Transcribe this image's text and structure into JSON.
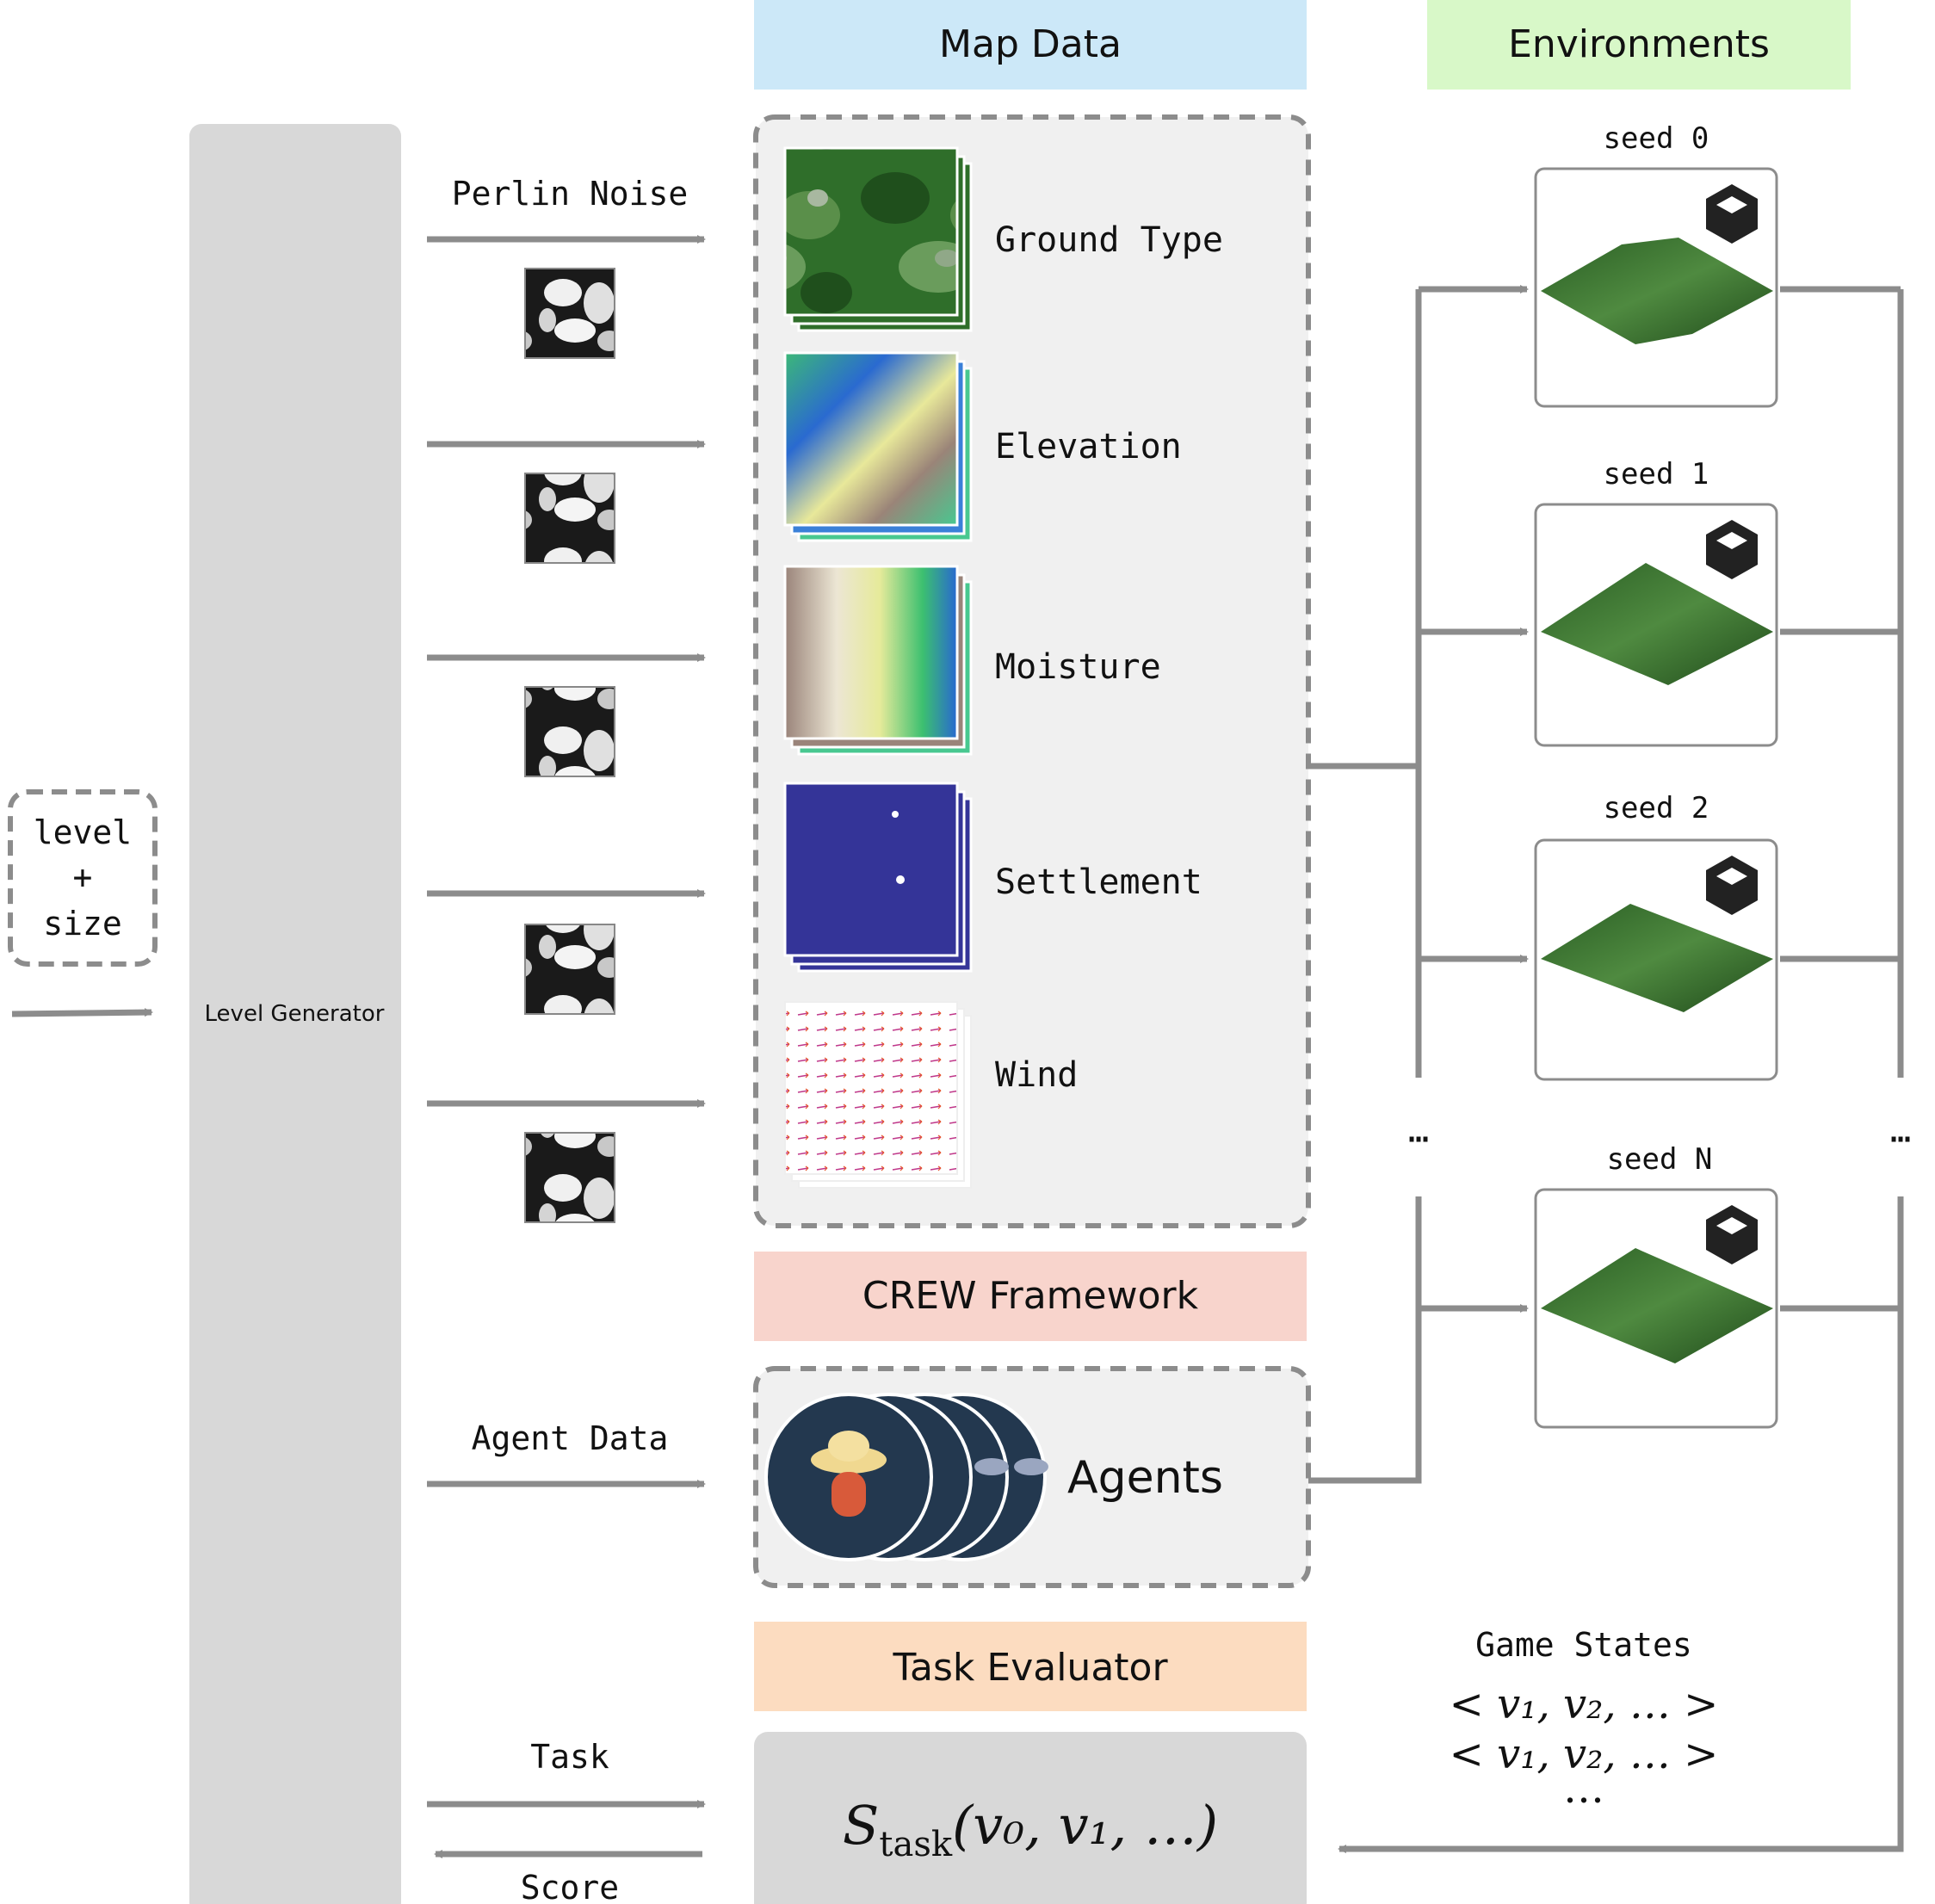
{
  "headers": {
    "map_data": "Map Data",
    "environments": "Environments",
    "crew_framework": "CREW Framework",
    "task_evaluator": "Task Evaluator"
  },
  "input": {
    "line1": "level",
    "line2": "+",
    "line3": "size"
  },
  "level_generator": "Level Generator",
  "perlin_noise": "Perlin Noise",
  "map_layers": [
    {
      "label": "Ground Type"
    },
    {
      "label": "Elevation"
    },
    {
      "label": "Moisture"
    },
    {
      "label": "Settlement"
    },
    {
      "label": "Wind"
    }
  ],
  "agent_data": "Agent Data",
  "agents": "Agents",
  "seeds": [
    "seed 0",
    "seed 1",
    "seed 2",
    "seed N"
  ],
  "ellipsis": "⋯",
  "game_states": {
    "title": "Game States",
    "row1": "< v₁, v₂, … >",
    "row2": "< v₁, v₂, … >",
    "row3": "…"
  },
  "task": "Task",
  "score": "Score",
  "formula": {
    "main": "S",
    "sub": "task",
    "args": "(v₀, v₁, …)"
  },
  "colors": {
    "map_header": "#cce8f8",
    "env_header": "#d8f8c8",
    "crew_header": "#f8d4cc",
    "task_header": "#fcdcc0",
    "arrow": "#8c8c8c",
    "panel": "#f0f0f0",
    "generator": "#d8d8d8",
    "dashed": "#8c8c8c"
  }
}
